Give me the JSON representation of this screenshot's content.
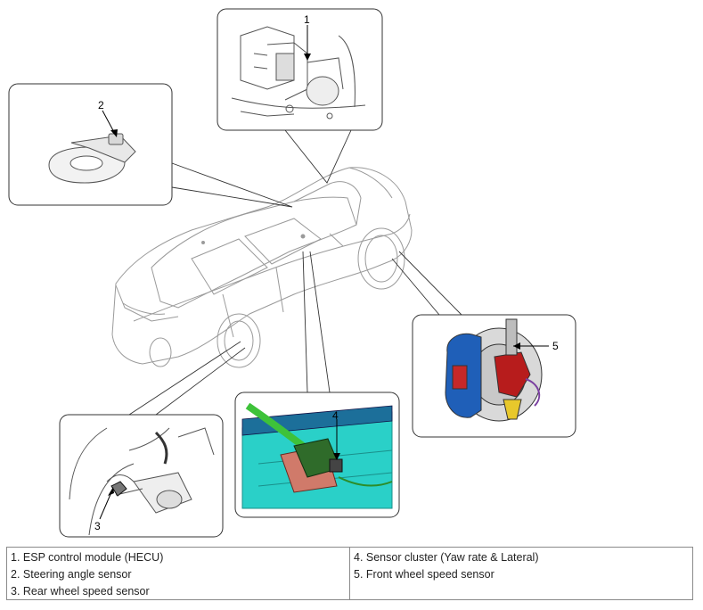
{
  "callouts": {
    "c1": "1",
    "c2": "2",
    "c3": "3",
    "c4": "4",
    "c5": "5"
  },
  "legend": {
    "left": [
      "1. ESP control module (HECU)",
      "2. Steering angle sensor",
      "3. Rear wheel speed sensor"
    ],
    "right": [
      "4. Sensor cluster (Yaw rate & Lateral)",
      "5. Front wheel speed sensor"
    ]
  },
  "colors": {
    "brake_caliper": "#1f5fb8",
    "sensor_cluster_base": "#2ad0c8",
    "sensor_cluster_module": "#2f6b2a",
    "harness_green": "#3ec23a"
  }
}
